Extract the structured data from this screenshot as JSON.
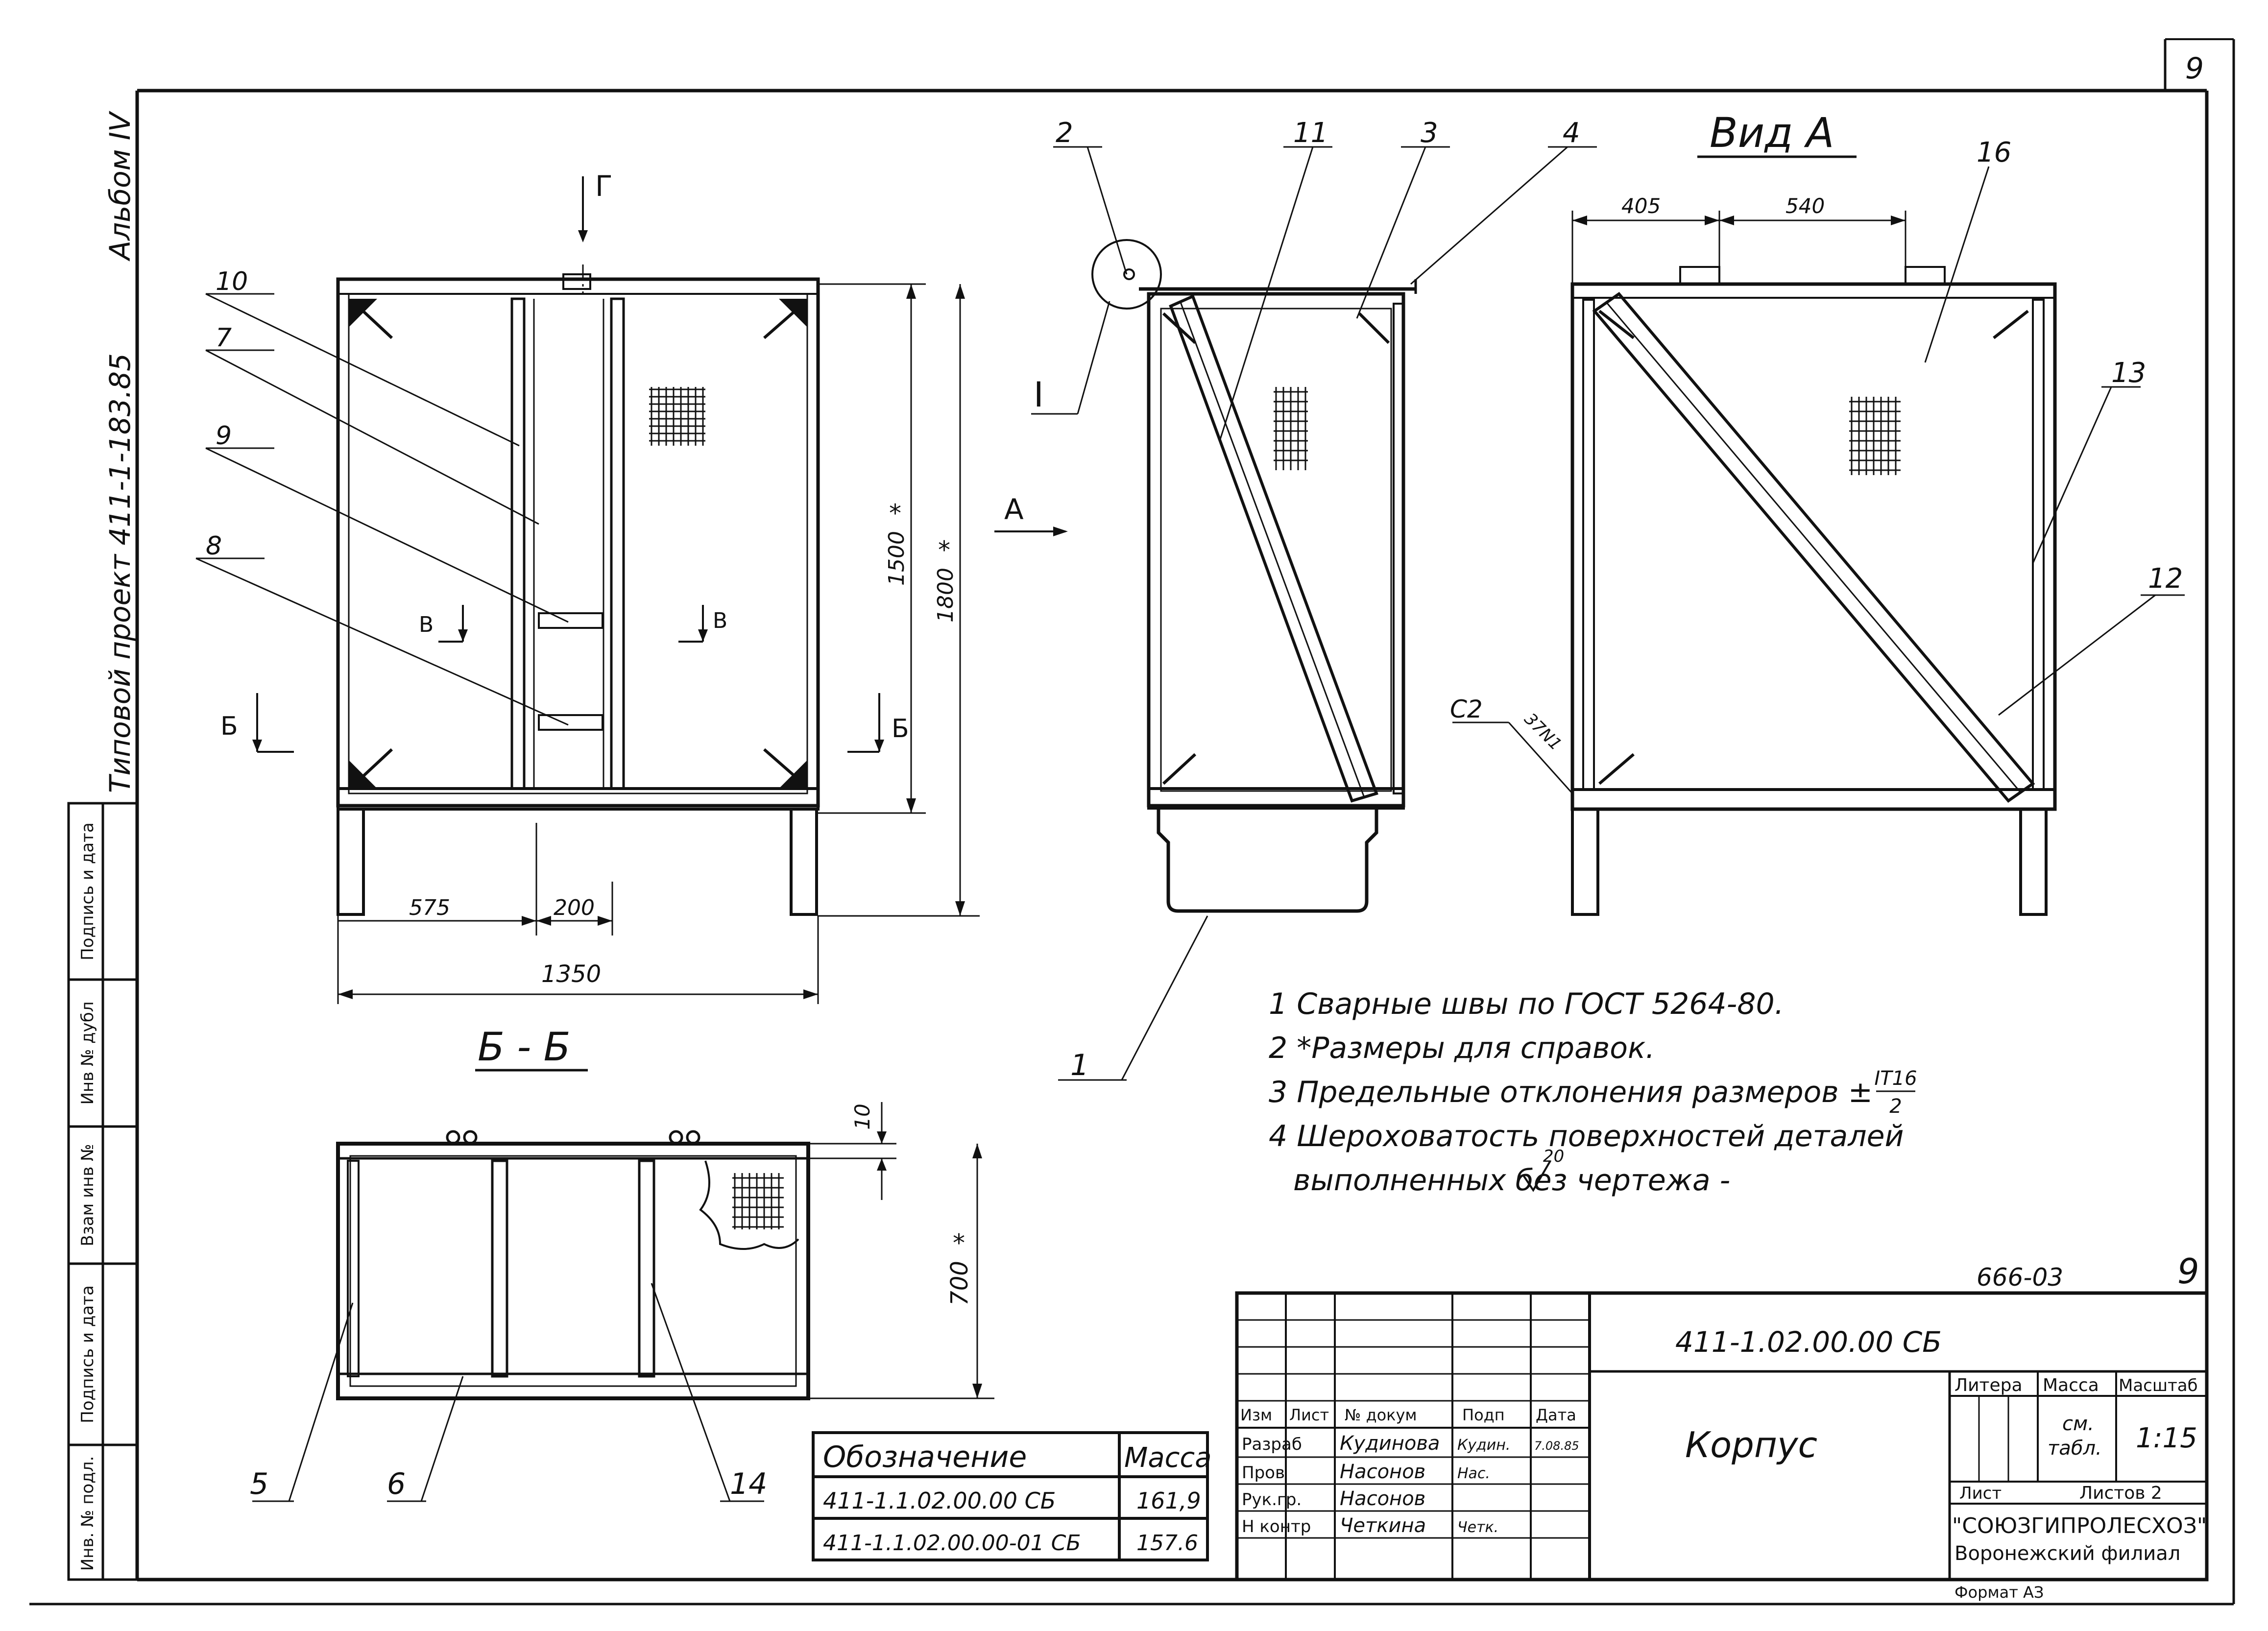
{
  "sheet_number": "9",
  "side_album": "Альбом IV",
  "side_project": "Типовой проект 411-1-183.85",
  "side_stamp": [
    "Подпись и дата",
    "Инв № дубл",
    "Взам инв №",
    "Подпись и дата",
    "Инв. № подл."
  ],
  "front_view": {
    "callouts": [
      "10",
      "7",
      "9",
      "8"
    ],
    "section_g": "Г",
    "section_v_left": "В",
    "section_v_right": "В",
    "section_b_left": "Б",
    "section_b_right": "Б",
    "dim_1500": "1500",
    "dim_1800": "1800",
    "star": "*",
    "dim_575": "575",
    "dim_200": "200",
    "dim_1350": "1350"
  },
  "view_a_arrow": "A",
  "side_view": {
    "callouts": [
      "2",
      "11",
      "3",
      "4"
    ],
    "detail": "I",
    "callout_1": "1"
  },
  "view_a": {
    "title": "Вид А",
    "dim_405": "405",
    "dim_540": "540",
    "callouts": [
      "16",
      "13",
      "12"
    ],
    "weld_c2": "C2",
    "weld_symbol": "37N1"
  },
  "section_bb": {
    "title": "Б - Б",
    "dim_10": "10",
    "dim_700": "700",
    "callouts": [
      "5",
      "6",
      "14"
    ]
  },
  "notes": [
    "1  Сварные швы по ГОСТ 5264-80.",
    "2 *Размеры для справок.",
    "3  Предельные отклонения размеров ±",
    "4  Шероховатость поверхностей деталей",
    "выполненных без чертежа -"
  ],
  "note_frac_top": "IT16",
  "note_frac_bottom": "2",
  "note_rough_value": "20",
  "mass_table": {
    "headers": [
      "Обозначение",
      "Масса"
    ],
    "rows": [
      [
        "411-1.1.02.00.00 СБ",
        "161,9"
      ],
      [
        "411-1.1.02.00.00-01 СБ",
        "157.6"
      ]
    ]
  },
  "title_block": {
    "code_666": "666-03",
    "sheet_mark": "9",
    "doc_code": "411-1.02.00.00 СБ",
    "name": "Корпус",
    "col_headers": [
      "Изм",
      "Лист",
      "№ докум",
      "Подп",
      "Дата"
    ],
    "roles": [
      {
        "role": "Разраб",
        "name": "Кудинова",
        "sign": "Кудин.",
        "date": "7.08.85"
      },
      {
        "role": "Пров",
        "name": "Насонов",
        "sign": "Нас.",
        "date": ""
      },
      {
        "role": "Рук.гр.",
        "name": "Насонов",
        "sign": "",
        "date": ""
      },
      {
        "role": "Н контр",
        "name": "Четкина",
        "sign": "Четк.",
        "date": ""
      }
    ],
    "litera": "Литера",
    "massa": "Масса",
    "masshtab": "Масштаб",
    "mass_value_1": "см.",
    "mass_value_2": "табл.",
    "scale": "1:15",
    "list_label": "Лист",
    "sheets_label": "Листов 2",
    "org1": "\"СОЮЗГИПРОЛЕСХОЗ\"",
    "org2": "Воронежский филиал"
  },
  "format": "Формат АЗ"
}
